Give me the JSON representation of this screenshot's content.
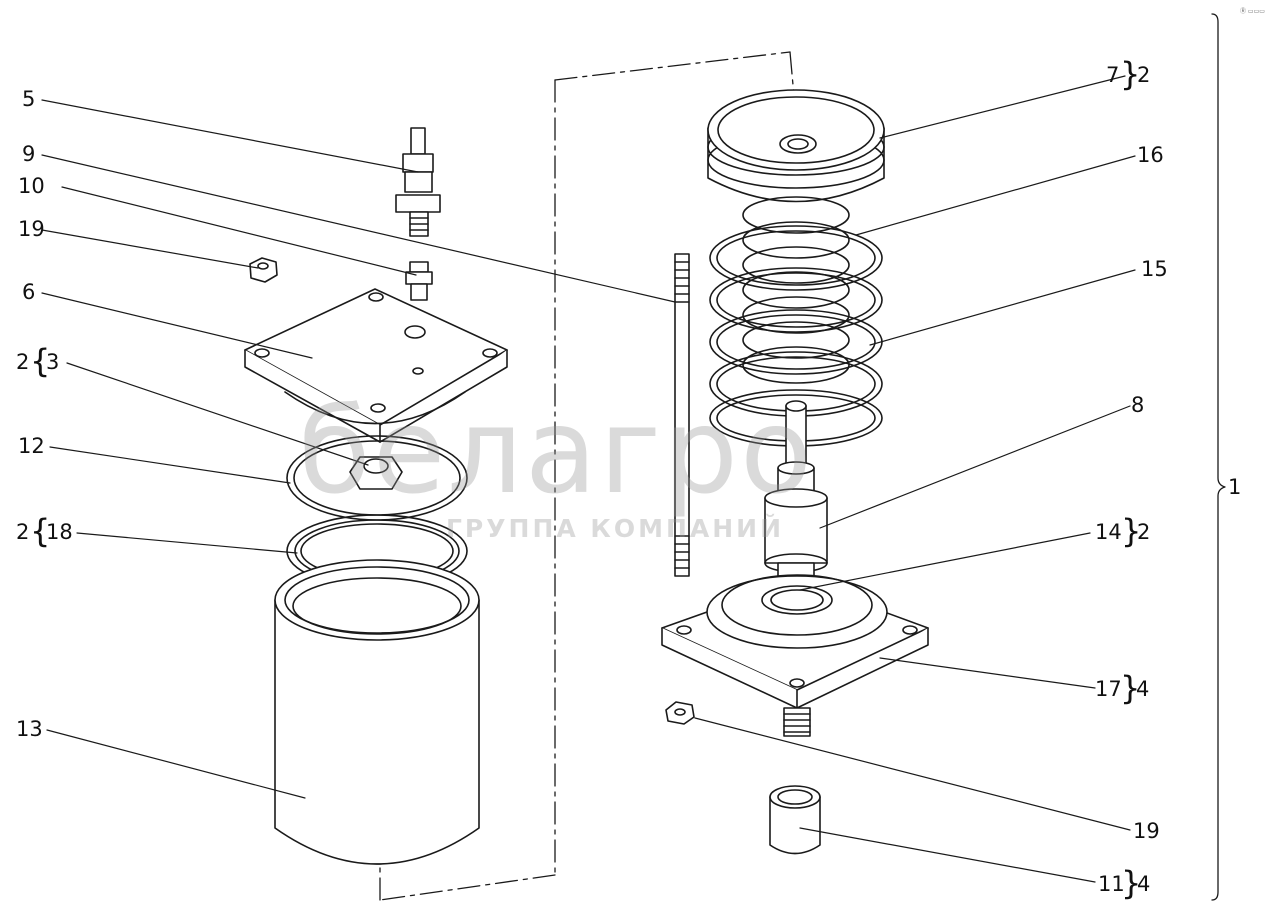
{
  "watermark": {
    "brand": "белагро",
    "tagline": "ГРУППА КОМПАНИЙ",
    "color": "#b4b4b4"
  },
  "corner_mark": "Ⓡ ▭▭▭",
  "callouts": {
    "c5": "5",
    "c9": "9",
    "c10": "10",
    "c19_left": "19",
    "c6": "6",
    "c3": "3",
    "c3_group": "2",
    "c12": "12",
    "c18": "18",
    "c18_group": "2",
    "c13": "13",
    "c7": "7",
    "c7_group": "2",
    "c16": "16",
    "c15": "15",
    "c8": "8",
    "c14": "14",
    "c14_group": "2",
    "c17": "17",
    "c17_group": "4",
    "c19_right": "19",
    "c11": "11",
    "c11_group": "4",
    "c1": "1"
  },
  "colors": {
    "line": "#1a1a1a",
    "fill": "#ffffff"
  }
}
